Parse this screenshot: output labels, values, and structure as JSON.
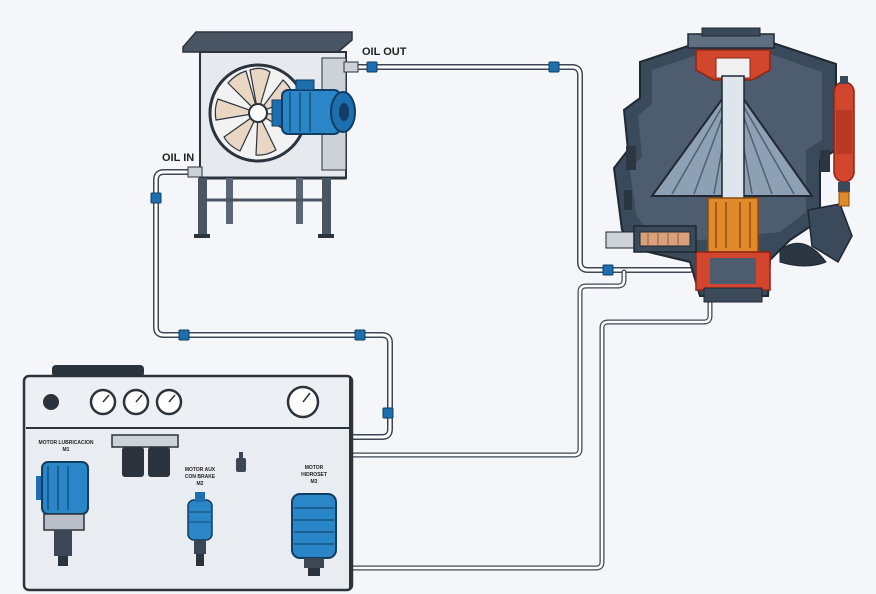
{
  "labels": {
    "oil_out": "OIL OUT",
    "oil_in": "OIL IN",
    "motor_lubrication": "MOTOR LUBRICACION",
    "motor_lubrication_sub": "M1",
    "motor_aux": "MOTOR AUX",
    "motor_aux_line2": "CON BRAKE",
    "motor_aux_sub": "M2",
    "motor_third": "MOTOR",
    "motor_third_line2": "HIDROSET",
    "motor_third_sub": "M3"
  },
  "colors": {
    "motor_blue": "#2a86c6",
    "pipe_fitting": "#1d6fb0",
    "crusher_dark": "#3b4a5a",
    "cutaway_red": "#d2462e",
    "cutaway_orange": "#e08a2a",
    "background": "#f4f6f9"
  },
  "icons": {
    "cooler_fan": "fan-icon",
    "gauge": "pressure-gauge-icon",
    "accumulator": "accumulator-icon"
  }
}
